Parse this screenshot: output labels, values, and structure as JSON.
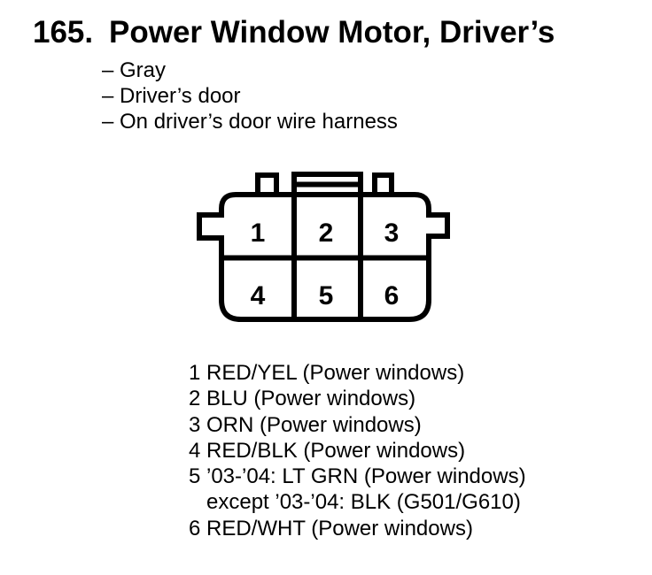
{
  "page": {
    "ink_color": "#000000",
    "paper_color": "#ffffff"
  },
  "header": {
    "index": "165.",
    "title": "Power Window Motor, Driver’s"
  },
  "details": {
    "items": [
      "– Gray",
      "– Driver’s door",
      "– On driver’s door wire harness"
    ]
  },
  "connector": {
    "description": "6-cavity connector, front view, 2 rows of 3",
    "cell_numbers": [
      "1",
      "2",
      "3",
      "4",
      "5",
      "6"
    ]
  },
  "pinout": {
    "pins": [
      {
        "num": "1",
        "label": "RED/YEL (Power windows)"
      },
      {
        "num": "2",
        "label": "BLU (Power windows)"
      },
      {
        "num": "3",
        "label": "ORN (Power windows)"
      },
      {
        "num": "4",
        "label": "RED/BLK (Power windows)"
      },
      {
        "num": "5",
        "label": "’03-’04: LT GRN (Power windows)",
        "label2": "except ’03-’04: BLK (G501/G610)"
      },
      {
        "num": "6",
        "label": "RED/WHT (Power windows)"
      }
    ]
  }
}
